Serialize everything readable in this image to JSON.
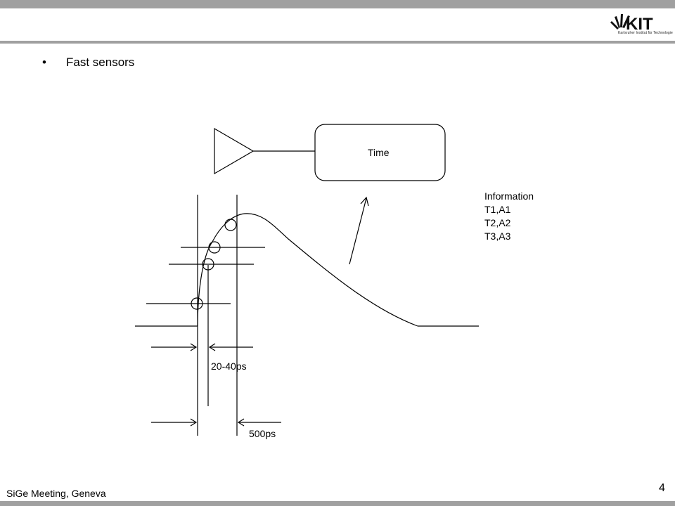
{
  "slide": {
    "bullet_symbol": "•",
    "bullet_text": "Fast sensors",
    "footer": "SiGe Meeting, Geneva",
    "page_number": "4"
  },
  "logo": {
    "text": "KIT",
    "subtitle": "Karlsruher Institut für Technologie"
  },
  "diagram": {
    "box_label": "Time",
    "info_title": "Information",
    "info_items": [
      "T1,A1",
      "T2,A2",
      "T3,A3"
    ],
    "small_interval_label": "20-40ps",
    "large_interval_label": "500ps"
  }
}
